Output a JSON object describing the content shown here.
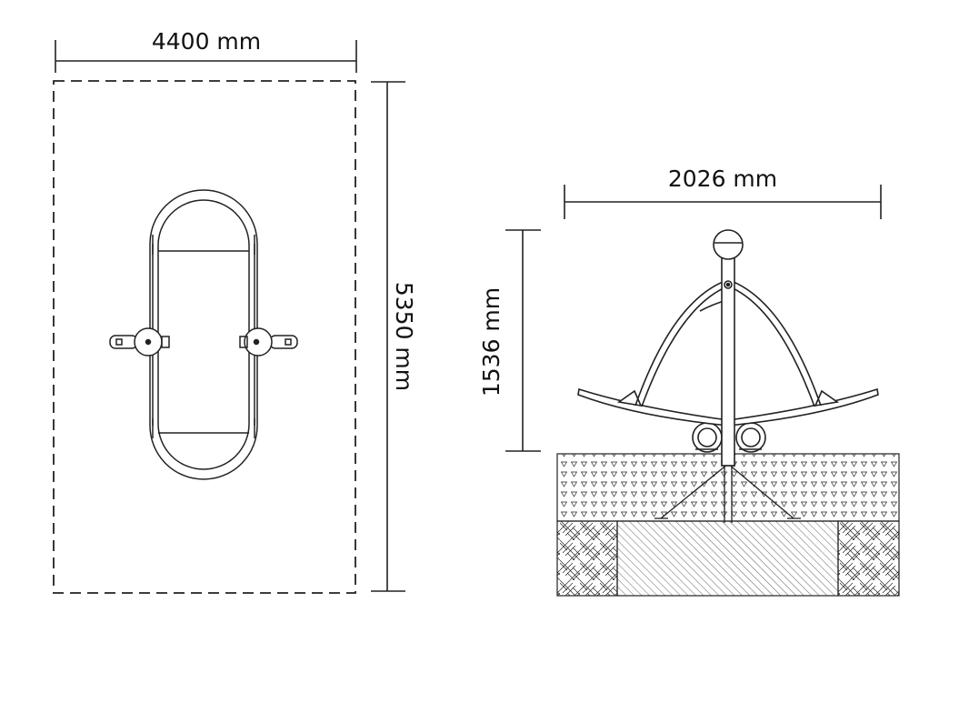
{
  "plan_view": {
    "width_label": "4400 mm",
    "height_label": "5350 mm"
  },
  "side_view": {
    "width_label": "2026 mm",
    "height_label": "1536 mm"
  },
  "colors": {
    "line": "#222222",
    "background": "#ffffff"
  }
}
